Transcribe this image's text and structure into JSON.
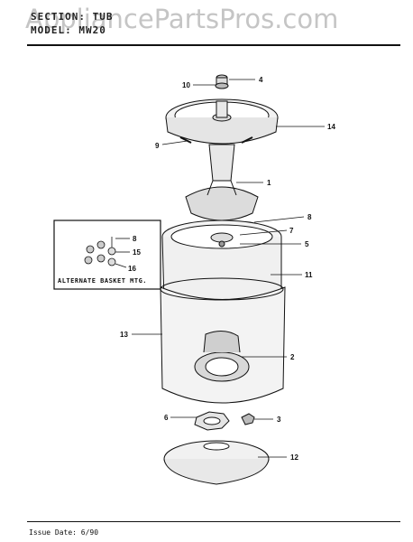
{
  "header": {
    "section_label": "SECTION: TUB",
    "model_label": "MODEL: MW20",
    "watermark": "AppliancePartsPros.com"
  },
  "inset": {
    "label": "ALTERNATE BASKET MTG.",
    "callouts": [
      "8",
      "15",
      "16"
    ]
  },
  "callouts": [
    "4",
    "10",
    "14",
    "9",
    "1",
    "8",
    "7",
    "5",
    "11",
    "13",
    "2",
    "6",
    "3",
    "12"
  ],
  "footer": {
    "issue_date": "Issue Date: 6/90"
  }
}
